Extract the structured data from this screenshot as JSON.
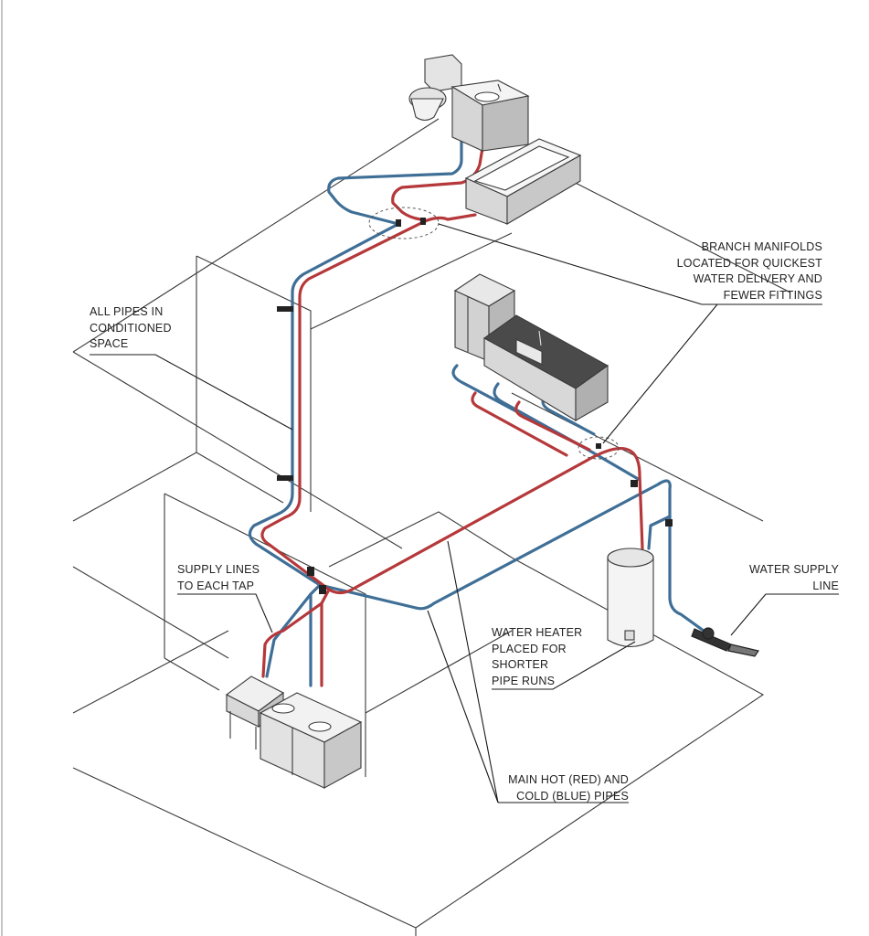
{
  "labels": {
    "branch_manifolds": [
      "BRANCH MANIFOLDS",
      "LOCATED FOR QUICKEST",
      "WATER DELIVERY AND",
      "FEWER FITTINGS"
    ],
    "all_pipes": [
      "ALL PIPES IN",
      "CONDITIONED",
      "SPACE"
    ],
    "supply_lines": [
      "SUPPLY LINES",
      "TO EACH TAP"
    ],
    "water_supply": [
      "WATER SUPPLY",
      "LINE"
    ],
    "water_heater": [
      "WATER HEATER",
      "PLACED FOR",
      "SHORTER",
      "PIPE RUNS"
    ],
    "main_pipes": [
      "MAIN HOT (RED) AND",
      "COLD (BLUE) PIPES"
    ]
  },
  "colors": {
    "hot_pipe": "#b5383a",
    "cold_pipe": "#3f6f96",
    "outline": "#3a3a3a",
    "fixture_fill": "#dcdcdc",
    "countertop": "#4a4a4a",
    "leader": "#1a1a1a"
  }
}
